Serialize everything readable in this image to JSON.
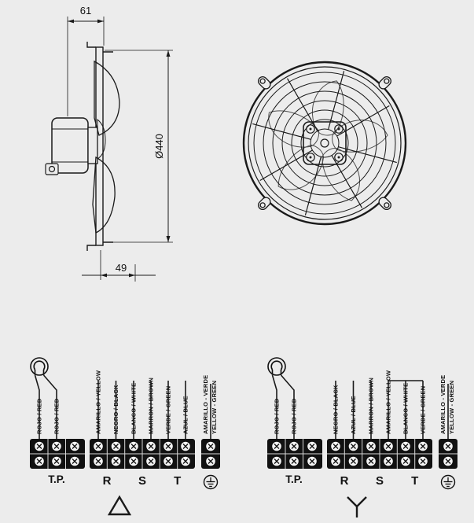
{
  "colors": {
    "background": "#ececec",
    "ink": "#1a1a1a",
    "terminal_block": "#111111",
    "screw_face": "#f4f4f4"
  },
  "side_view": {
    "width_dim": "61",
    "diameter_dim": "Ø440",
    "depth_dim": "49"
  },
  "wiring_left": {
    "connection": "delta",
    "wires": [
      "ROJO / RED",
      "ROJO / RED",
      "AMARILLO / YELLOW",
      "NEGRO / BLACK",
      "BLANCO / WHITE",
      "MARRON / BROWN",
      "VERDE / GREEN",
      "AZUL / BLUE"
    ],
    "ground_wire_line1": "AMARILLO - VERDE",
    "ground_wire_line2": "YELLOW - GREEN",
    "terminals": {
      "tp": "T.P.",
      "r": "R",
      "s": "S",
      "t": "T"
    }
  },
  "wiring_right": {
    "connection": "star",
    "wires": [
      "ROJO / RED",
      "ROJO / RED",
      "NEGRO / BLACK",
      "AZUL / BLUE",
      "MARRON / BROWN",
      "AMARILLO / YELLOW",
      "BLANCO / WHITE",
      "VERDE / GREEN"
    ],
    "ground_wire_line1": "AMARILLO - VERDE",
    "ground_wire_line2": "YELLOW - GREEN",
    "terminals": {
      "tp": "T.P.",
      "r": "R",
      "s": "S",
      "t": "T"
    }
  }
}
